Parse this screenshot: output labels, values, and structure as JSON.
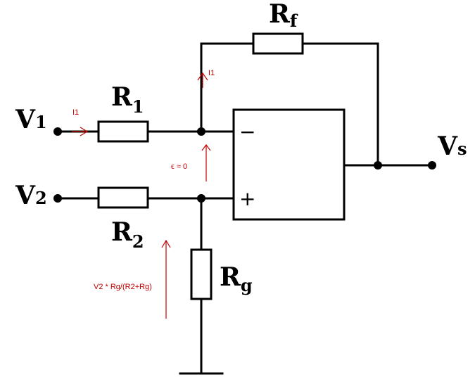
{
  "labels": {
    "rf_main": "R",
    "rf_sub": "f",
    "r1_main": "R",
    "r1_sub": "1",
    "r2_main": "R",
    "r2_sub": "2",
    "rg_main": "R",
    "rg_sub": "g",
    "v1_main": "V",
    "v1_sub": "1",
    "v2_main": "V",
    "v2_sub": "2",
    "vs_main": "V",
    "vs_sub": "s"
  },
  "opamp": {
    "minus": "−",
    "plus": "+"
  },
  "annotations": {
    "i1_input": "I1",
    "i1_feedback": "I1",
    "epsilon": "ϵ ≈ 0",
    "v_plus": "V2 * Rg/(R2+Rg)"
  },
  "colors": {
    "wires": "#000000",
    "annotations": "#c00000",
    "background": "#ffffff"
  }
}
